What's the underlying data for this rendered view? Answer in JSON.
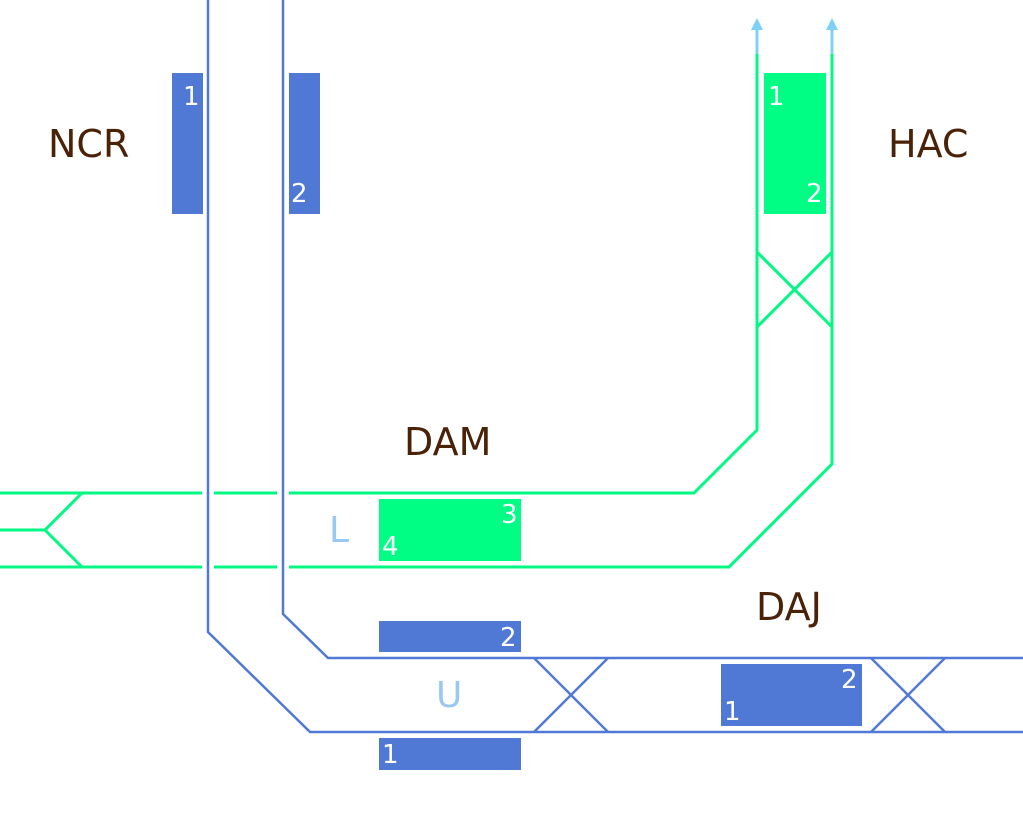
{
  "diagram": {
    "type": "railway-track-layout",
    "colors": {
      "blue_line": "#5079d6",
      "green_line": "#00f883",
      "station_text": "#4a2208",
      "line_letter": "#99c8f2",
      "arrow": "#7fd0f8",
      "platform_number_text": "#ffffff"
    },
    "stations": {
      "ncr": "NCR",
      "hac": "HAC",
      "dam": "DAM",
      "daj": "DAJ"
    },
    "line_letters": {
      "green": "L",
      "blue": "U"
    },
    "platforms": {
      "ncr_1": "1",
      "ncr_2": "2",
      "hac_1": "1",
      "hac_2": "2",
      "dam_3": "3",
      "dam_4": "4",
      "u_2": "2",
      "u_1": "1",
      "daj_1": "1",
      "daj_2": "2"
    }
  }
}
